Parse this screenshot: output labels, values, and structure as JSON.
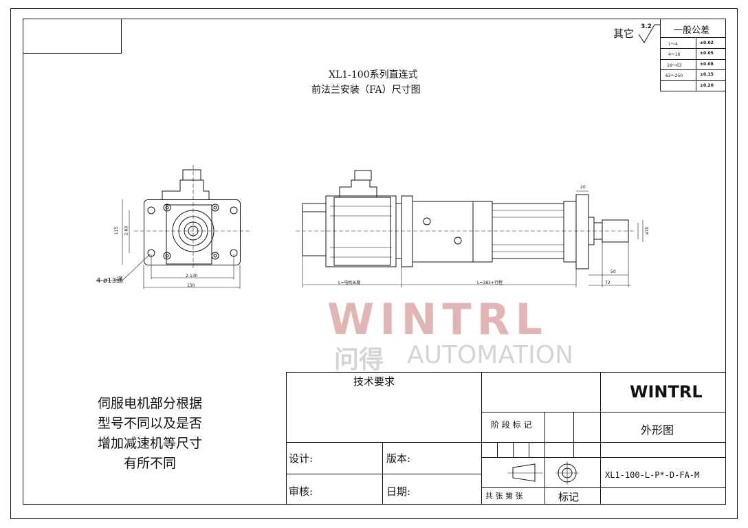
{
  "drawing": {
    "title_line1": "XL1-100系列直连式",
    "title_line2": "前法兰安装（FA）尺寸图",
    "surface_prefix": "其它",
    "surface_roughness": "3.2"
  },
  "tolerance_table": {
    "header": "一般公差",
    "rows": [
      {
        "range": "1～4",
        "tol": "±0.02"
      },
      {
        "range": "4～16",
        "tol": "±0.05"
      },
      {
        "range": "16～63",
        "tol": "±0.08"
      },
      {
        "range": "63～250",
        "tol": "±0.15"
      },
      {
        "range": "",
        "tol": "±0.20"
      }
    ]
  },
  "dimensions": {
    "hole_callout": "4-ø13通",
    "pitch_x": "2-130",
    "width": "150",
    "height": "115",
    "pitch_y": "2-80",
    "motor_length": "L=电机长度",
    "body_length": "L=383+行程",
    "flange_thk": "20",
    "rod_dia": "ø70",
    "rod_len": "50",
    "rod_total": "72"
  },
  "watermark": {
    "brand": "WINTRL",
    "chinese": "问得",
    "subtitle": "AUTOMATION"
  },
  "note": {
    "lines": [
      "伺服电机部分根据",
      "型号不同以及是否",
      "增加减速机等尺寸",
      "有所不同"
    ]
  },
  "title_block": {
    "tech_req": "技术要求",
    "company": "WINTRL",
    "stage_label": "阶 段 标 记",
    "drawing_name": "外形图",
    "design_label": "设计:",
    "version_label": "版本:",
    "review_label": "审核:",
    "date_label": "日期:",
    "part_number": "XL1-100-L-P*-D-FA-M",
    "sheets_label": "共  张  第  张",
    "mark_label": "标记"
  },
  "colors": {
    "line": "#111111",
    "watermark_red": "#e2b5b5",
    "watermark_gray": "#d4d4d4"
  }
}
